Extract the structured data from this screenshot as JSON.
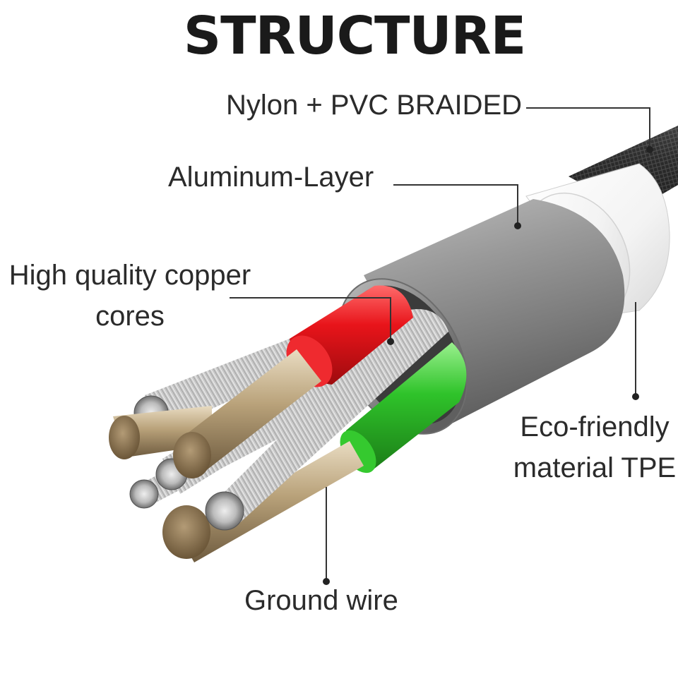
{
  "title": "STRUCTURE",
  "labels": {
    "nylon": "Nylon + PVC BRAIDED",
    "aluminum": "Aluminum-Layer",
    "copper": "High quality copper cores",
    "eco": "Eco-friendly material TPE",
    "ground": "Ground wire"
  },
  "colors": {
    "braid": "#2e2e2e",
    "tpe": "#f2f2f2",
    "aluminum": "#8a8a8a",
    "red_core": "#e8141a",
    "green_core": "#2fc32a",
    "copper": "#b9a27a",
    "strands": "#c8c8c8",
    "leader": "#333333"
  }
}
